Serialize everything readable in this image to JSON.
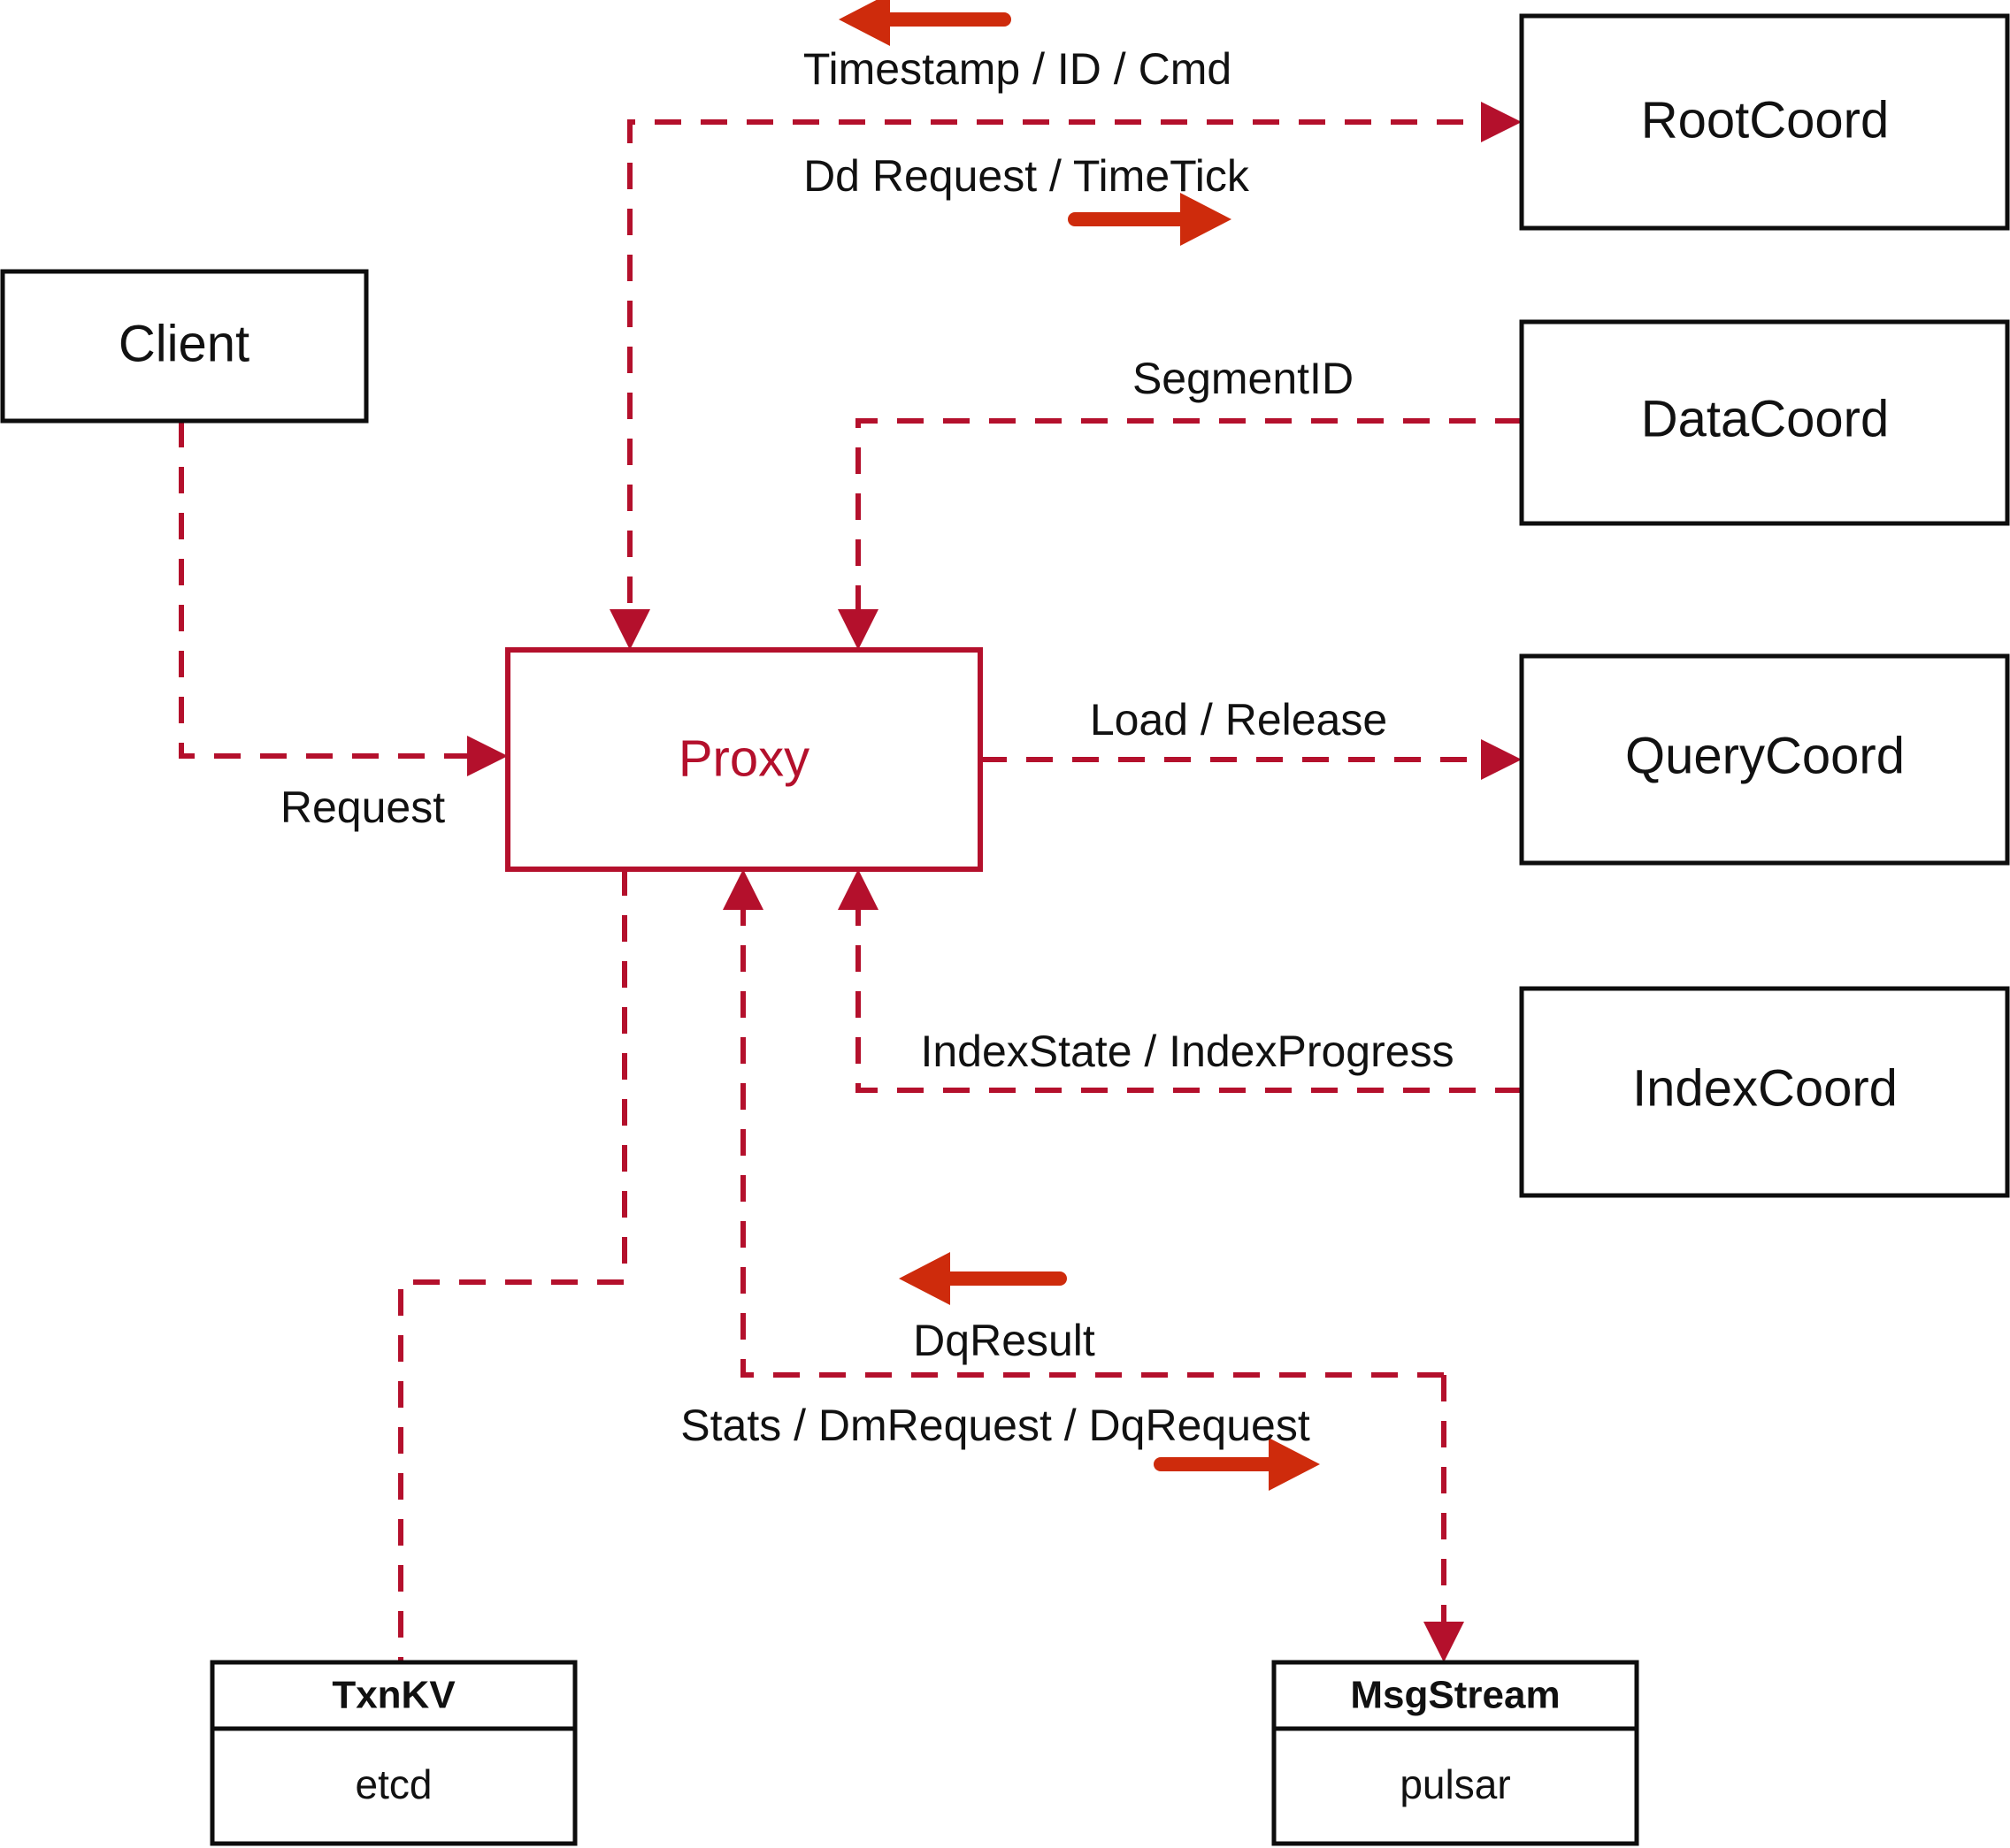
{
  "diagram": {
    "title": "Milvus Proxy interaction diagram",
    "colors": {
      "accent_red": "#b4102c",
      "arrow_red": "#ce2b0c",
      "box_stroke": "#0d0d0d",
      "background": "#ffffff"
    },
    "nodes": {
      "client": {
        "label": "Client"
      },
      "proxy": {
        "label": "Proxy"
      },
      "root_coord": {
        "label": "RootCoord"
      },
      "data_coord": {
        "label": "DataCoord"
      },
      "query_coord": {
        "label": "QueryCoord"
      },
      "index_coord": {
        "label": "IndexCoord"
      },
      "txn_kv": {
        "header": "TxnKV",
        "body": "etcd"
      },
      "msg_stream": {
        "header": "MsgStream",
        "body": "pulsar"
      }
    },
    "edges": [
      {
        "id": "request",
        "label": "Request",
        "from": "client",
        "to": "proxy"
      },
      {
        "id": "timestamp-id-cmd",
        "label": "Timestamp / ID / Cmd",
        "from": "root_coord",
        "to": "proxy"
      },
      {
        "id": "dd-request-timetick",
        "label": "Dd Request / TimeTick",
        "from": "proxy",
        "to": "root_coord"
      },
      {
        "id": "segment-id",
        "label": "SegmentID",
        "from": "data_coord",
        "to": "proxy"
      },
      {
        "id": "load-release",
        "label": "Load / Release",
        "from": "proxy",
        "to": "query_coord"
      },
      {
        "id": "index-state-progress",
        "label": "IndexState / IndexProgress",
        "from": "index_coord",
        "to": "proxy"
      },
      {
        "id": "dq-result",
        "label": "DqResult",
        "from": "msg_stream",
        "to": "proxy"
      },
      {
        "id": "stats-dm-dq-request",
        "label": "Stats / DmRequest / DqRequest",
        "from": "proxy",
        "to": "msg_stream"
      },
      {
        "id": "txn-kv-link",
        "label": "",
        "from": "proxy",
        "to": "txn_kv"
      }
    ],
    "direction_arrows": [
      {
        "id": "timestamp-direction-arrow",
        "points_to": "left"
      },
      {
        "id": "dd-request-direction-arrow",
        "points_to": "right"
      },
      {
        "id": "dq-result-direction-arrow",
        "points_to": "left"
      },
      {
        "id": "stats-request-direction-arrow",
        "points_to": "right"
      }
    ]
  }
}
